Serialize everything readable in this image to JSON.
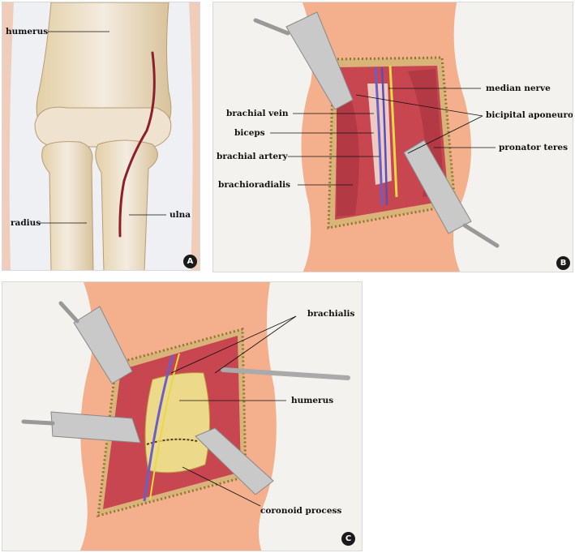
{
  "colors": {
    "skin": "#f3a57a",
    "muscle": "#c8464f",
    "bone": "#ecd98a",
    "vessel": "#6a5fc8",
    "nerve": "#e8d84a",
    "retractor": "#c9c9c9",
    "incision": "#8b1f2a"
  },
  "panel_a": {
    "badge": "A",
    "labels": {
      "humerus": "humerus",
      "radius": "radius",
      "ulna": "ulna"
    }
  },
  "panel_b": {
    "badge": "B",
    "labels": {
      "median_nerve": "median nerve",
      "brachial_vein": "brachial vein",
      "bicipital_aponeurosis": "bicipital aponeurosis",
      "biceps": "biceps",
      "brachial_artery": "brachial artery",
      "pronator_teres": "pronator teres",
      "brachioradialis": "brachioradialis"
    }
  },
  "panel_c": {
    "badge": "C",
    "labels": {
      "brachialis": "brachialis",
      "humerus": "humerus",
      "coronoid_process": "coronoid process"
    }
  }
}
